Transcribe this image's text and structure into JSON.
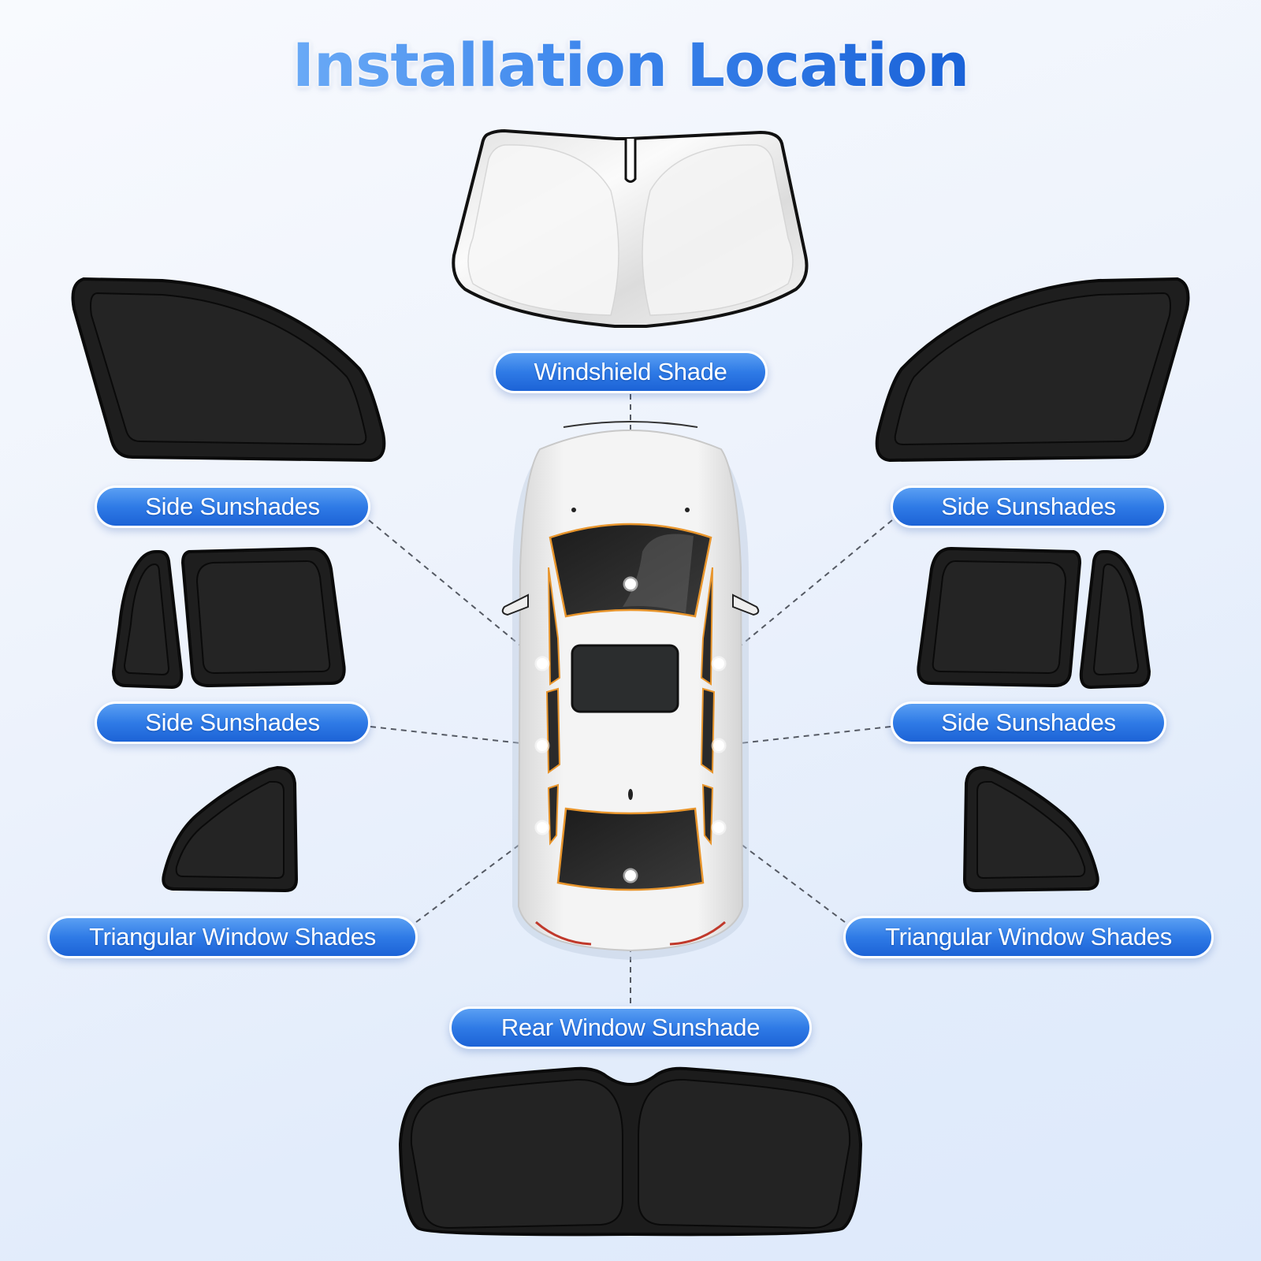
{
  "title": "Installation Location",
  "colors": {
    "title_gradient_start": "#6aaaf6",
    "title_gradient_end": "#1a62d8",
    "pill_top": "#5a9ff3",
    "pill_bottom": "#1c63d6",
    "shade_black": "#1e1e1e",
    "windshield_silver": "#eeeeee",
    "car_body": "#f2f2f2",
    "window_trim_orange": "#e8952c",
    "background_top": "#f8fafe",
    "background_bottom": "#dde9fb"
  },
  "labels": {
    "windshield": "Windshield Shade",
    "front_side_left": "Side Sunshades",
    "front_side_right": "Side Sunshades",
    "rear_side_left": "Side Sunshades",
    "rear_side_right": "Side Sunshades",
    "triangular_left": "Triangular Window Shades",
    "triangular_right": "Triangular Window Shades",
    "rear_window": "Rear Window Sunshade"
  },
  "products": [
    {
      "name": "Windshield Shade",
      "color": "silver",
      "position": "top-center"
    },
    {
      "name": "Side Sunshades (front)",
      "color": "black",
      "position": "left/right"
    },
    {
      "name": "Side Sunshades (rear + quarter)",
      "color": "black",
      "position": "left/right"
    },
    {
      "name": "Triangular Window Shades",
      "color": "black",
      "position": "left/right"
    },
    {
      "name": "Rear Window Sunshade",
      "color": "black",
      "position": "bottom-center"
    }
  ]
}
